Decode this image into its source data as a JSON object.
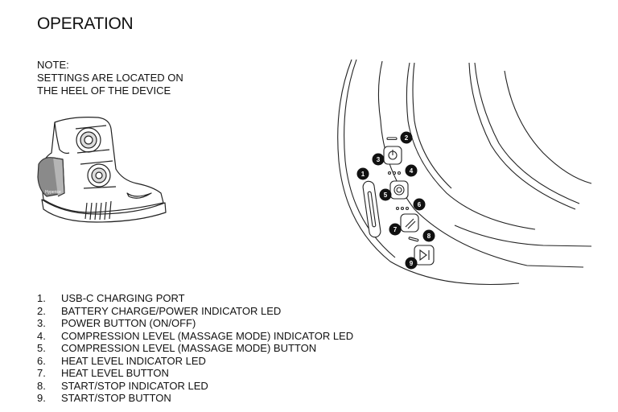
{
  "heading": "OPERATION",
  "note": {
    "lines": [
      "NOTE:",
      "SETTINGS ARE LOCATED ON",
      "THE HEEL OF THE DEVICE"
    ]
  },
  "boot_logo_text": "Hyperice",
  "callouts": [
    "1",
    "2",
    "3",
    "4",
    "5",
    "6",
    "7",
    "8",
    "9"
  ],
  "legend": [
    {
      "num": "1.",
      "text": "USB-C CHARGING PORT"
    },
    {
      "num": "2.",
      "text": "BATTERY CHARGE/POWER INDICATOR LED"
    },
    {
      "num": "3.",
      "text": "POWER BUTTON (ON/OFF)"
    },
    {
      "num": "4.",
      "text": "COMPRESSION LEVEL (MASSAGE MODE) INDICATOR LED"
    },
    {
      "num": "5.",
      "text": "COMPRESSION LEVEL (MASSAGE MODE) BUTTON"
    },
    {
      "num": "6.",
      "text": "HEAT LEVEL INDICATOR LED"
    },
    {
      "num": "7.",
      "text": "HEAT LEVEL BUTTON"
    },
    {
      "num": "8.",
      "text": "START/STOP INDICATOR LED"
    },
    {
      "num": "9.",
      "text": "START/STOP BUTTON"
    }
  ]
}
